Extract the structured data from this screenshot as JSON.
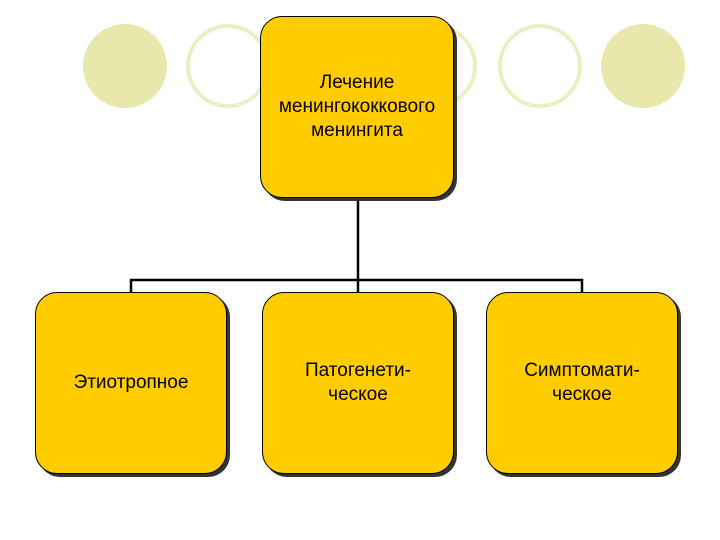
{
  "diagram": {
    "root": {
      "label": "Лечение\nменингококкового\nменингита"
    },
    "children": [
      {
        "label": "Этиотропное"
      },
      {
        "label": "Патогенети-\nческое"
      },
      {
        "label": "Симптомати-\nческое"
      }
    ]
  },
  "colors": {
    "box_fill": "#FFCC00",
    "decor_circle_fill": "#E8E8A8",
    "decor_circle_ring": "#F0F0C8",
    "line": "#000000"
  }
}
